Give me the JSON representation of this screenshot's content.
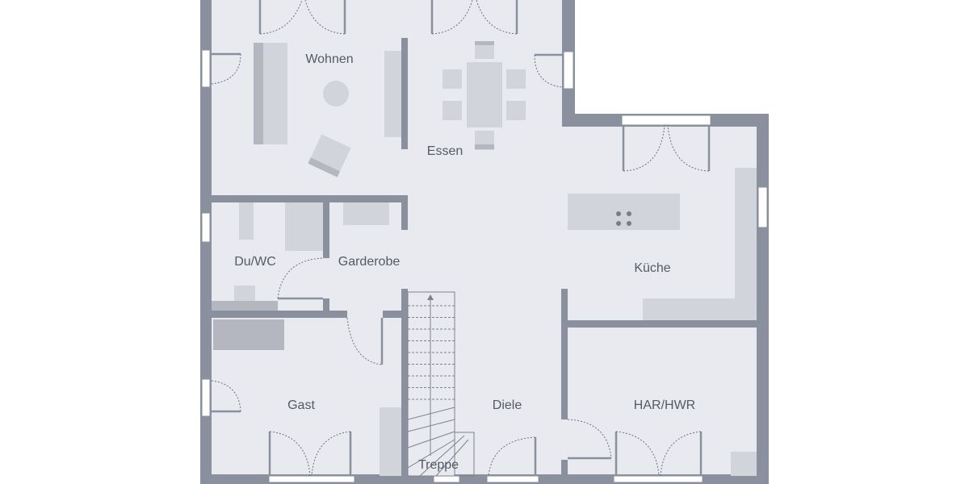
{
  "colors": {
    "wall": "#8a909d",
    "floor": "#e8eaf0",
    "furniture": "#d2d4db",
    "text": "#555a63"
  },
  "rooms": [
    {
      "id": "wohnen",
      "label": "Wohnen"
    },
    {
      "id": "essen",
      "label": "Essen"
    },
    {
      "id": "du-wc",
      "label": "Du/WC"
    },
    {
      "id": "garderobe",
      "label": "Garderobe"
    },
    {
      "id": "kueche",
      "label": "Küche"
    },
    {
      "id": "gast",
      "label": "Gast"
    },
    {
      "id": "diele",
      "label": "Diele"
    },
    {
      "id": "har-hwr",
      "label": "HAR/HWR"
    },
    {
      "id": "treppe",
      "label": "Treppe"
    }
  ]
}
